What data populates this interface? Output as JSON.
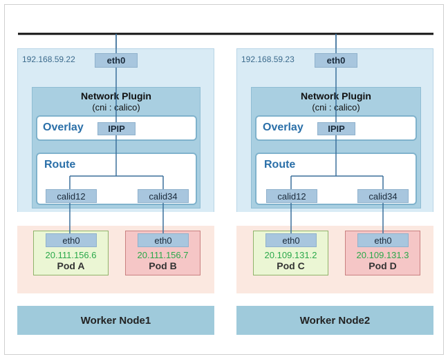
{
  "nodes": [
    {
      "host_ip": "192.168.59.22",
      "eth": "eth0",
      "plugin_title": "Network Plugin",
      "plugin_sub": "(cni : calico)",
      "overlay_label": "Overlay",
      "ipip": "IPIP",
      "route_label": "Route",
      "iface_a": "calid12",
      "iface_b": "calid34",
      "pods": [
        {
          "eth": "eth0",
          "ip": "20.111.156.6",
          "name": "Pod A"
        },
        {
          "eth": "eth0",
          "ip": "20.111.156.7",
          "name": "Pod B"
        }
      ],
      "footer": "Worker Node1"
    },
    {
      "host_ip": "192.168.59.23",
      "eth": "eth0",
      "plugin_title": "Network Plugin",
      "plugin_sub": "(cni : calico)",
      "overlay_label": "Overlay",
      "ipip": "IPIP",
      "route_label": "Route",
      "iface_a": "calid12",
      "iface_b": "calid34",
      "pods": [
        {
          "eth": "eth0",
          "ip": "20.109.131.2",
          "name": "Pod C"
        },
        {
          "eth": "eth0",
          "ip": "20.109.131.3",
          "name": "Pod D"
        }
      ],
      "footer": "Worker Node2"
    }
  ],
  "colors": {
    "node_bg": "#d9ebf5",
    "footer_bg": "#9fcadb",
    "plugin_bg": "#a9cfe1",
    "pod_green": "#ebf6d4",
    "pod_red": "#f5c6c6",
    "pod_ip_text": "#2aa84a",
    "label_blue": "#2a6fa8",
    "line": "#3a6f9a"
  }
}
